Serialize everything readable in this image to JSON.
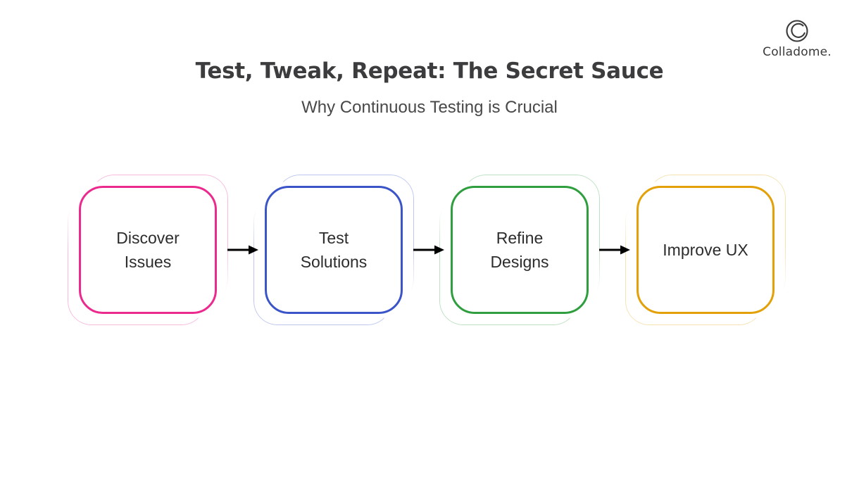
{
  "page": {
    "background_color": "#ffffff",
    "title": "Test, Tweak, Repeat: The Secret Sauce",
    "subtitle": "Why Continuous Testing is Crucial",
    "title_color": "#3c3c3e",
    "subtitle_color": "#48484a"
  },
  "brand": {
    "name": "Colladome.",
    "mark_icon": "colladome-spiral-circle-icon",
    "color": "#3a3a3c"
  },
  "diagram": {
    "type": "horizontal-process-flow",
    "arrow_icon": "arrow-right-icon",
    "arrow_color": "#000000",
    "steps": [
      {
        "index": 1,
        "label": "Discover Issues",
        "label_line1": "Discover",
        "label_line2": "Issues",
        "color": "#ec2a8e",
        "echo_color": "#f9b9dd",
        "color_name": "pink"
      },
      {
        "index": 2,
        "label": "Test Solutions",
        "label_line1": "Test",
        "label_line2": "Solutions",
        "color": "#3b55c8",
        "echo_color": "#bcc6ef",
        "color_name": "blue"
      },
      {
        "index": 3,
        "label": "Refine Designs",
        "label_line1": "Refine",
        "label_line2": "Designs",
        "color": "#2e9e3e",
        "echo_color": "#bce0c2",
        "color_name": "green"
      },
      {
        "index": 4,
        "label": "Improve UX",
        "label_line1": "Improve UX",
        "label_line2": "",
        "color": "#e3a008",
        "echo_color": "#f6e2b0",
        "color_name": "orange"
      }
    ],
    "arrows": [
      {
        "from": "Discover Issues",
        "to": "Test Solutions"
      },
      {
        "from": "Test Solutions",
        "to": "Refine Designs"
      },
      {
        "from": "Refine Designs",
        "to": "Improve UX"
      }
    ]
  }
}
